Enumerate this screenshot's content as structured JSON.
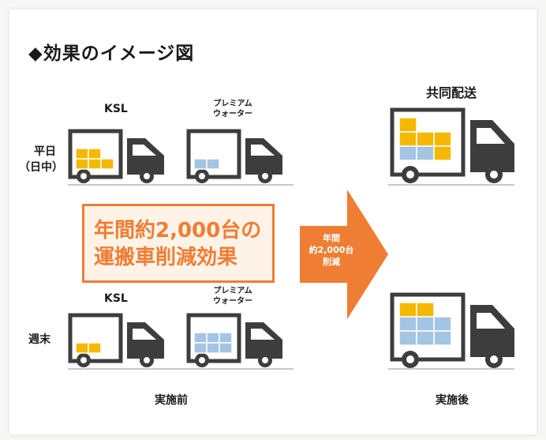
{
  "title": "◆効果のイメージ図",
  "rows": {
    "weekday": "平日",
    "weekday_sub": "（日中）",
    "weekend": "週末"
  },
  "companies": {
    "ksl": "KSL",
    "premium": [
      "プレミアム",
      "ウォーター"
    ]
  },
  "joint_label": "共同配送",
  "before_label": "実施前",
  "after_label": "実施後",
  "callout": [
    "年間約2,000台の",
    "運搬車削減効果"
  ],
  "arrow": [
    "年間",
    "約2,000台",
    "削減"
  ],
  "colors": {
    "truck": "#3d3d3d",
    "ksl_box": "#f5b800",
    "premium_box": "#a4c4e4",
    "accent": "#ef7d33"
  }
}
